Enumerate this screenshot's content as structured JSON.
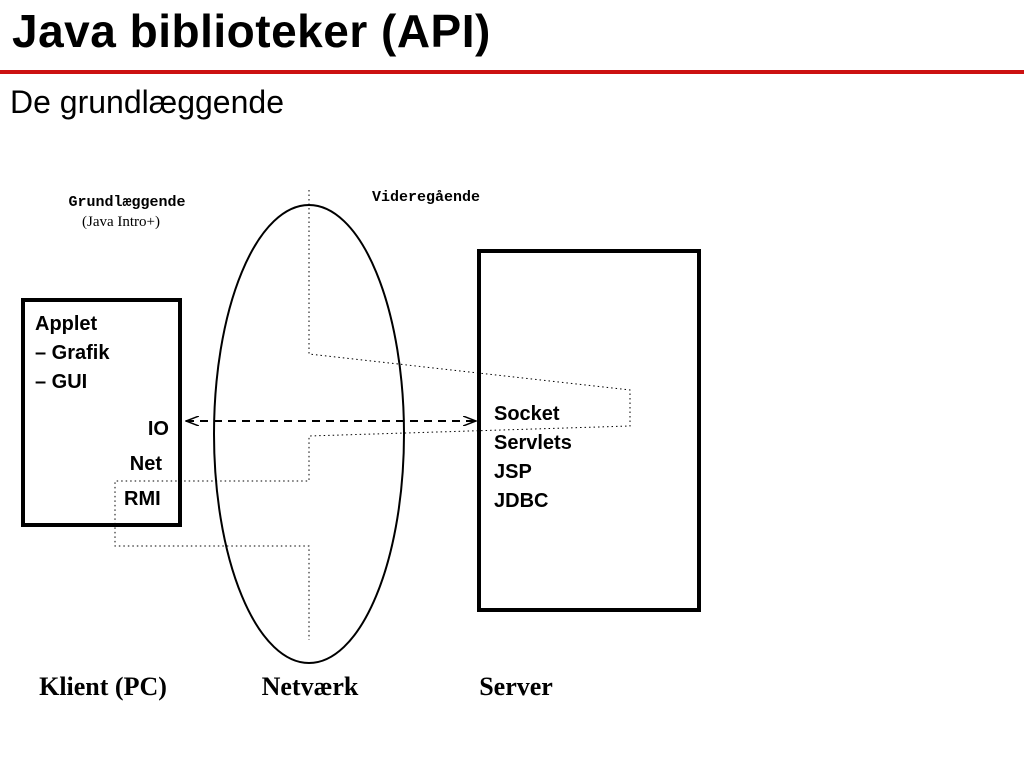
{
  "header": {
    "title": "Java biblioteker (API)",
    "subtitle": "De grundlæggende",
    "rule_color": "#cc1111"
  },
  "diagram": {
    "basic_label": "Grundlæggende",
    "basic_sub": "(Java Intro+)",
    "advanced_label": "Videregående",
    "client_box": {
      "applet": "Applet",
      "grafik": "– Grafik",
      "gui": "– GUI",
      "io": "IO",
      "net": "Net",
      "rmi": "RMI"
    },
    "server_box": {
      "socket": "Socket",
      "servlets": "Servlets",
      "jsp": "JSP",
      "jdbc": "JDBC"
    },
    "bottom_labels": {
      "client": "Klient (PC)",
      "network": "Netværk",
      "server": "Server"
    }
  }
}
